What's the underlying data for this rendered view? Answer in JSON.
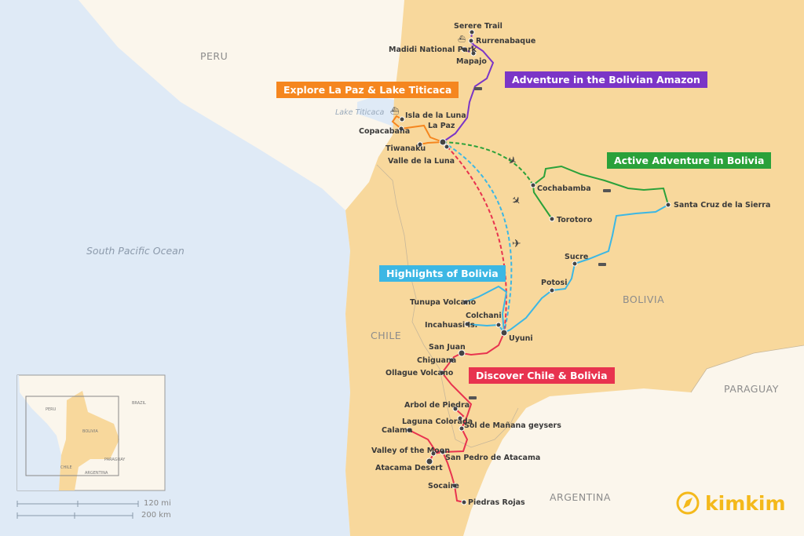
{
  "countries": {
    "peru": "PERU",
    "chile": "CHILE",
    "bolivia": "BOLIVIA",
    "paraguay": "PARAGUAY",
    "argentina": "ARGENTINA"
  },
  "water": {
    "ocean": "South Pacific Ocean",
    "lake": "Lake Titicaca"
  },
  "routes": [
    {
      "name": "Explore La Paz & Lake Titicaca",
      "color": "#f5861f"
    },
    {
      "name": "Adventure in the Bolivian Amazon",
      "color": "#7b35c7"
    },
    {
      "name": "Active Adventure in Bolivia",
      "color": "#2aa13a"
    },
    {
      "name": "Highlights of Bolivia",
      "color": "#3cb7e4"
    },
    {
      "name": "Discover Chile & Bolivia",
      "color": "#e8334f"
    }
  ],
  "places": [
    "Serere Trail",
    "Rurrenabaque",
    "Madidi National Park",
    "Mapajo",
    "Isla de la Luna",
    "La Paz",
    "Copacabana",
    "Tiwanaku",
    "Valle de la Luna",
    "Cochabamba",
    "Torotoro",
    "Santa Cruz de la Sierra",
    "Sucre",
    "Potosi",
    "Tunupa Volcano",
    "Colchani",
    "Incahuasi Is.",
    "Uyuni",
    "San Juan",
    "Chiguana",
    "Ollague Volcano",
    "Arbol de Piedra",
    "Laguna Colorada",
    "Sol de Mañana geysers",
    "Calama",
    "Valley of the Moon",
    "San Pedro de Atacama",
    "Atacama Desert",
    "Socaire",
    "Piedras Rojas"
  ],
  "inset": {
    "peru": "PERU",
    "brazil": "BRAZIL",
    "bolivia": "BOLIVIA",
    "paraguay": "PARAGUAY",
    "chile": "CHILE",
    "argentina": "ARGENTINA"
  },
  "scale": {
    "miles": "120 mi",
    "km": "200 km"
  },
  "brand": {
    "name": "kimkim",
    "color": "#f4b91b"
  }
}
